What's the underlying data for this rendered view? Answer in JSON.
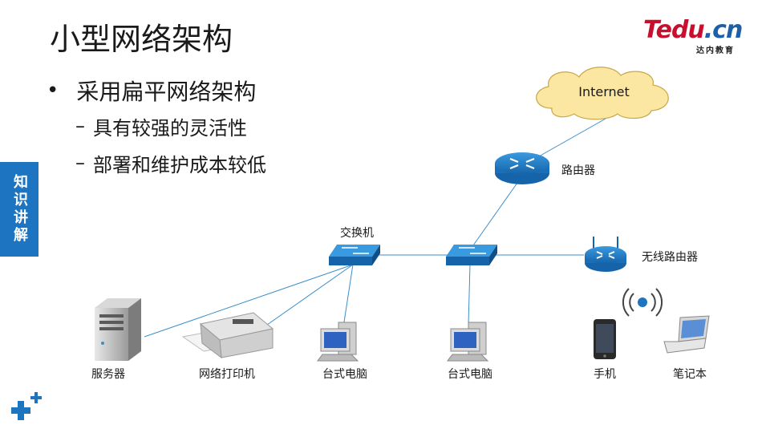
{
  "slide": {
    "title": "小型网络架构",
    "bullet": "采用扁平网络架构",
    "subbullets": [
      "具有较强的灵活性",
      "部署和维护成本较低"
    ],
    "bullet_marker": "•",
    "sub_marker": "–",
    "side_tab": "知识讲解"
  },
  "logo": {
    "main": "Tedu",
    "dot_cn": ".cn",
    "sub": "达内教育",
    "brand_color": "#c8102e",
    "accent_color": "#1f5fa8"
  },
  "diagram": {
    "nodes": {
      "internet": "Internet",
      "router": "路由器",
      "switch": "交换机",
      "wireless_router": "无线路由器",
      "server": "服务器",
      "printer": "网络打印机",
      "desktop1": "台式电脑",
      "desktop2": "台式电脑",
      "phone": "手机",
      "laptop": "笔记本"
    },
    "device_color": "#1d74c0",
    "cloud_color": "#fbe7a1",
    "link_color": "#3b8fc9"
  }
}
